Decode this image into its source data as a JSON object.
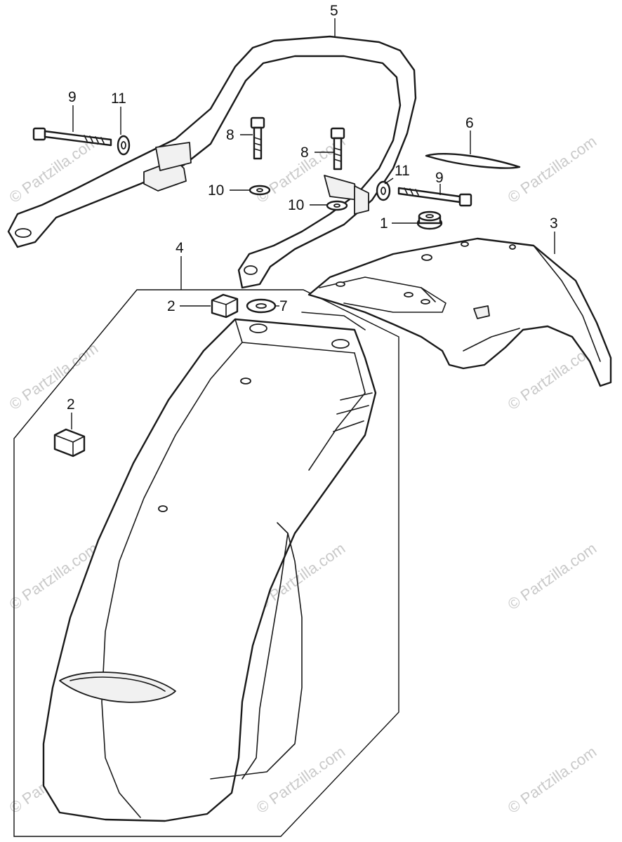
{
  "callouts": [
    {
      "id": "c5",
      "label": "5"
    },
    {
      "id": "c9a",
      "label": "9"
    },
    {
      "id": "c11a",
      "label": "11"
    },
    {
      "id": "c8a",
      "label": "8"
    },
    {
      "id": "c8b",
      "label": "8"
    },
    {
      "id": "c6",
      "label": "6"
    },
    {
      "id": "c10a",
      "label": "10"
    },
    {
      "id": "c10b",
      "label": "10"
    },
    {
      "id": "c11b",
      "label": "11"
    },
    {
      "id": "c9b",
      "label": "9"
    },
    {
      "id": "c1",
      "label": "1"
    },
    {
      "id": "c3",
      "label": "3"
    },
    {
      "id": "c4",
      "label": "4"
    },
    {
      "id": "c2a",
      "label": "2"
    },
    {
      "id": "c7",
      "label": "7"
    },
    {
      "id": "c2b",
      "label": "2"
    }
  ],
  "watermark": {
    "text": "© Partzilla.com",
    "color": "#c9c9c9"
  },
  "colors": {
    "line": "#1a1a1a",
    "background": "#ffffff"
  }
}
